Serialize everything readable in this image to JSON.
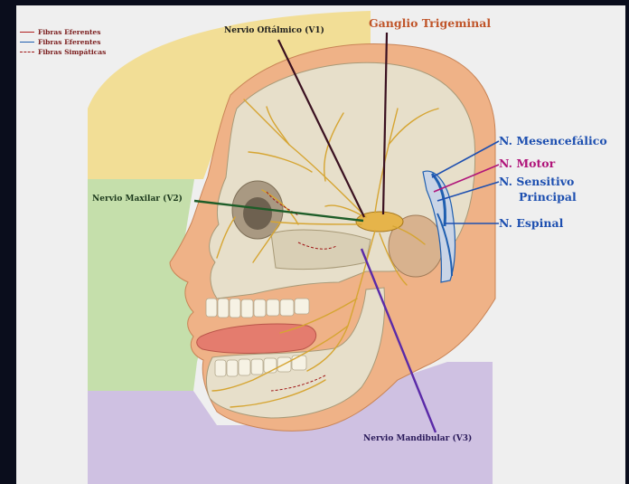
{
  "colors": {
    "efferent_red": "#b02020",
    "efferent_blue": "#1f5fb0",
    "sympathetic": "#a01818",
    "v1_line": "#3a1020",
    "v2_line": "#1d5d28",
    "v3_line": "#5a2aa8",
    "ganglio_text": "#c0552a",
    "nuclei_blue": "#1d4fb0",
    "motor_magenta": "#b0157a",
    "zone_v1": "#f2de96",
    "zone_v2": "#c5dfab",
    "zone_v3": "#cfc1e2"
  },
  "legend": [
    {
      "label": "Fibras Eferentes",
      "style": "solid",
      "color": "#b02020"
    },
    {
      "label": "Fibras Eferentes",
      "style": "solid",
      "color": "#1f5fb0"
    },
    {
      "label": "Fibras Simpáticas",
      "style": "dashed",
      "color": "#a01818"
    }
  ],
  "labels": {
    "v1": "Nervio Oftálmico (V1)",
    "ganglion": "Ganglio Trigeminal",
    "v2": "Nervio Maxilar (V2)",
    "v3": "Nervio Mandibular (V3)",
    "mesencefalico": "N. Mesencefálico",
    "motor": "N. Motor",
    "sensitivo_1": "N. Sensitivo",
    "sensitivo_2": "Principal",
    "espinal": "N. Espinal"
  }
}
